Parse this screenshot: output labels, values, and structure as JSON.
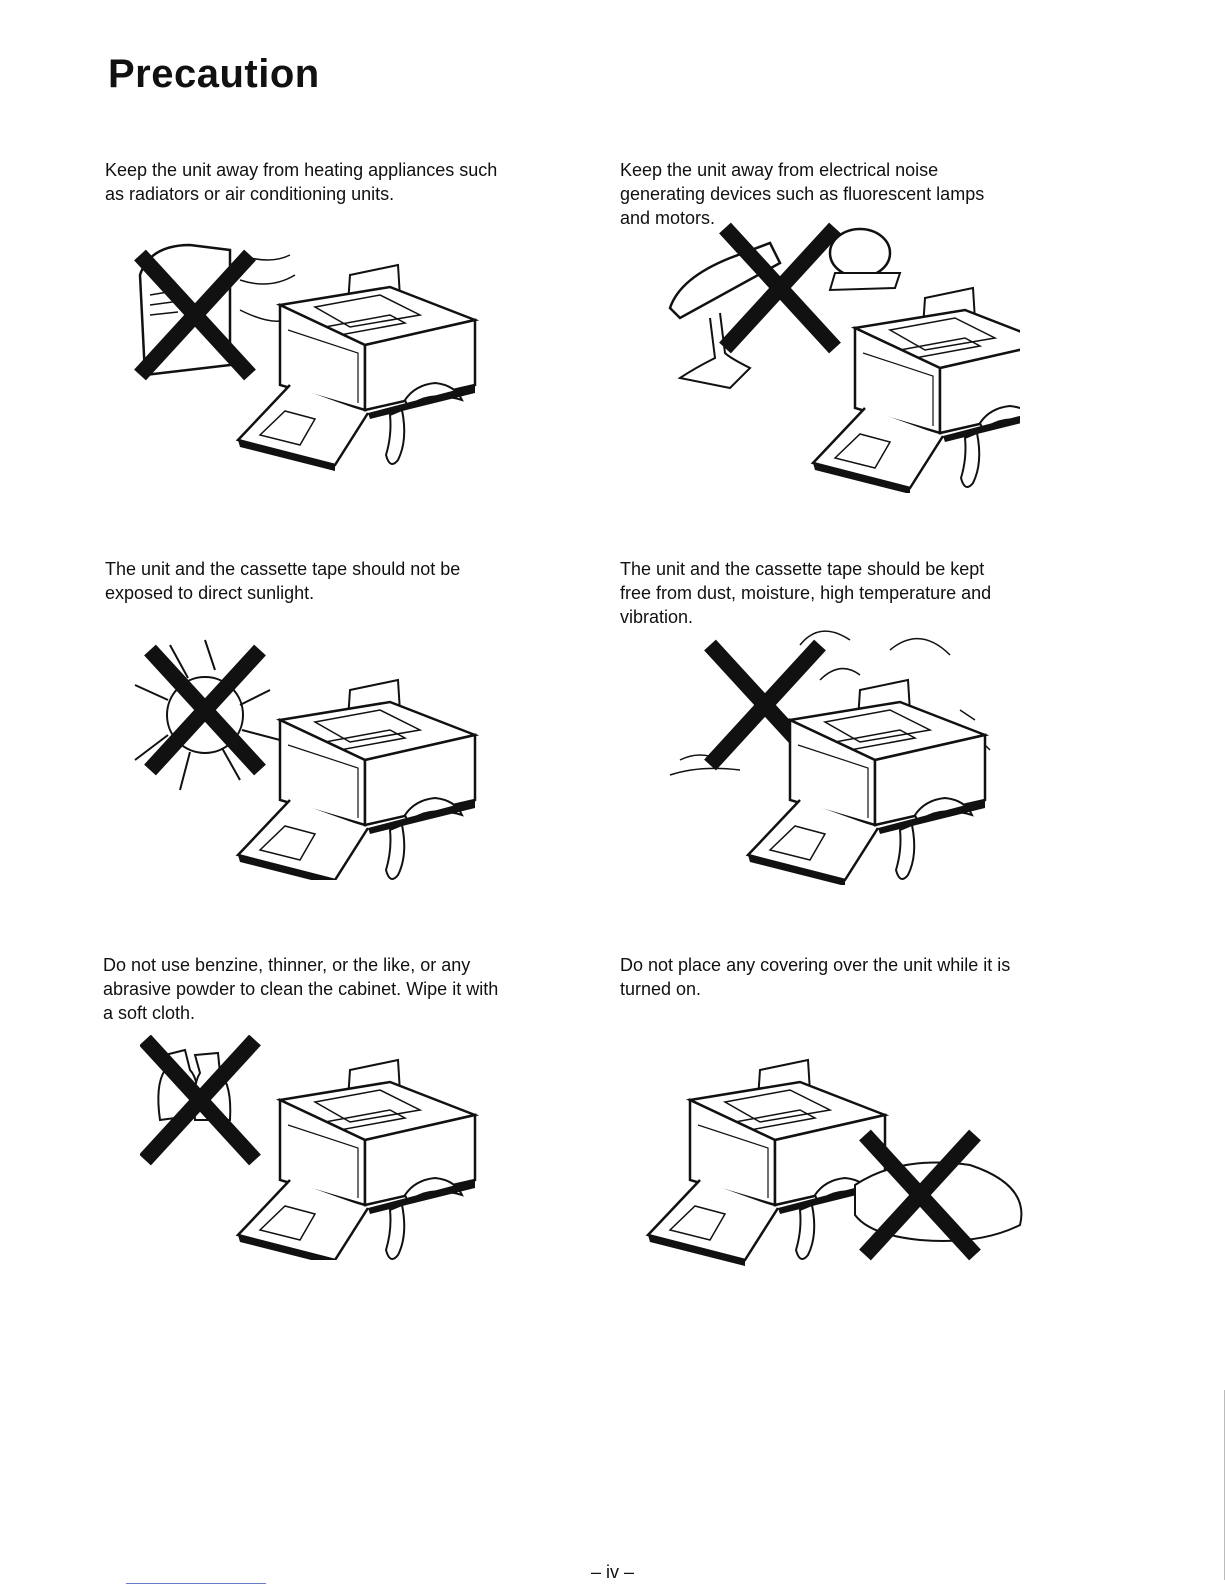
{
  "page": {
    "title": "Precaution",
    "page_number": "– iv –"
  },
  "cautions": [
    {
      "lines": [
        "Keep the unit away from heating appliances such",
        "as radiators or air conditioning units."
      ]
    },
    {
      "lines": [
        "Keep the unit away from electrical noise",
        "generating devices such as fluorescent lamps",
        "and motors."
      ]
    },
    {
      "lines": [
        "The unit and the cassette tape should not be",
        "exposed to direct sunlight."
      ]
    },
    {
      "lines": [
        "The unit and the cassette tape should be kept",
        "free from dust, moisture, high temperature and",
        "vibration."
      ]
    },
    {
      "lines": [
        "Do not use benzine, thinner, or the like, or any",
        "abrasive powder to clean the cabinet. Wipe it with",
        "a soft cloth."
      ]
    },
    {
      "lines": [
        "Do not place any covering over the unit while it is",
        "turned on."
      ]
    }
  ],
  "illustrations": [
    {
      "icon": "heater-icon"
    },
    {
      "icon": "lamp-motor-icon"
    },
    {
      "icon": "sun-icon"
    },
    {
      "icon": "dust-icon"
    },
    {
      "icon": "solvent-bottles-icon"
    },
    {
      "icon": "cloth-cover-icon"
    }
  ],
  "colors": {
    "ink": "#111111",
    "background": "#ffffff"
  }
}
